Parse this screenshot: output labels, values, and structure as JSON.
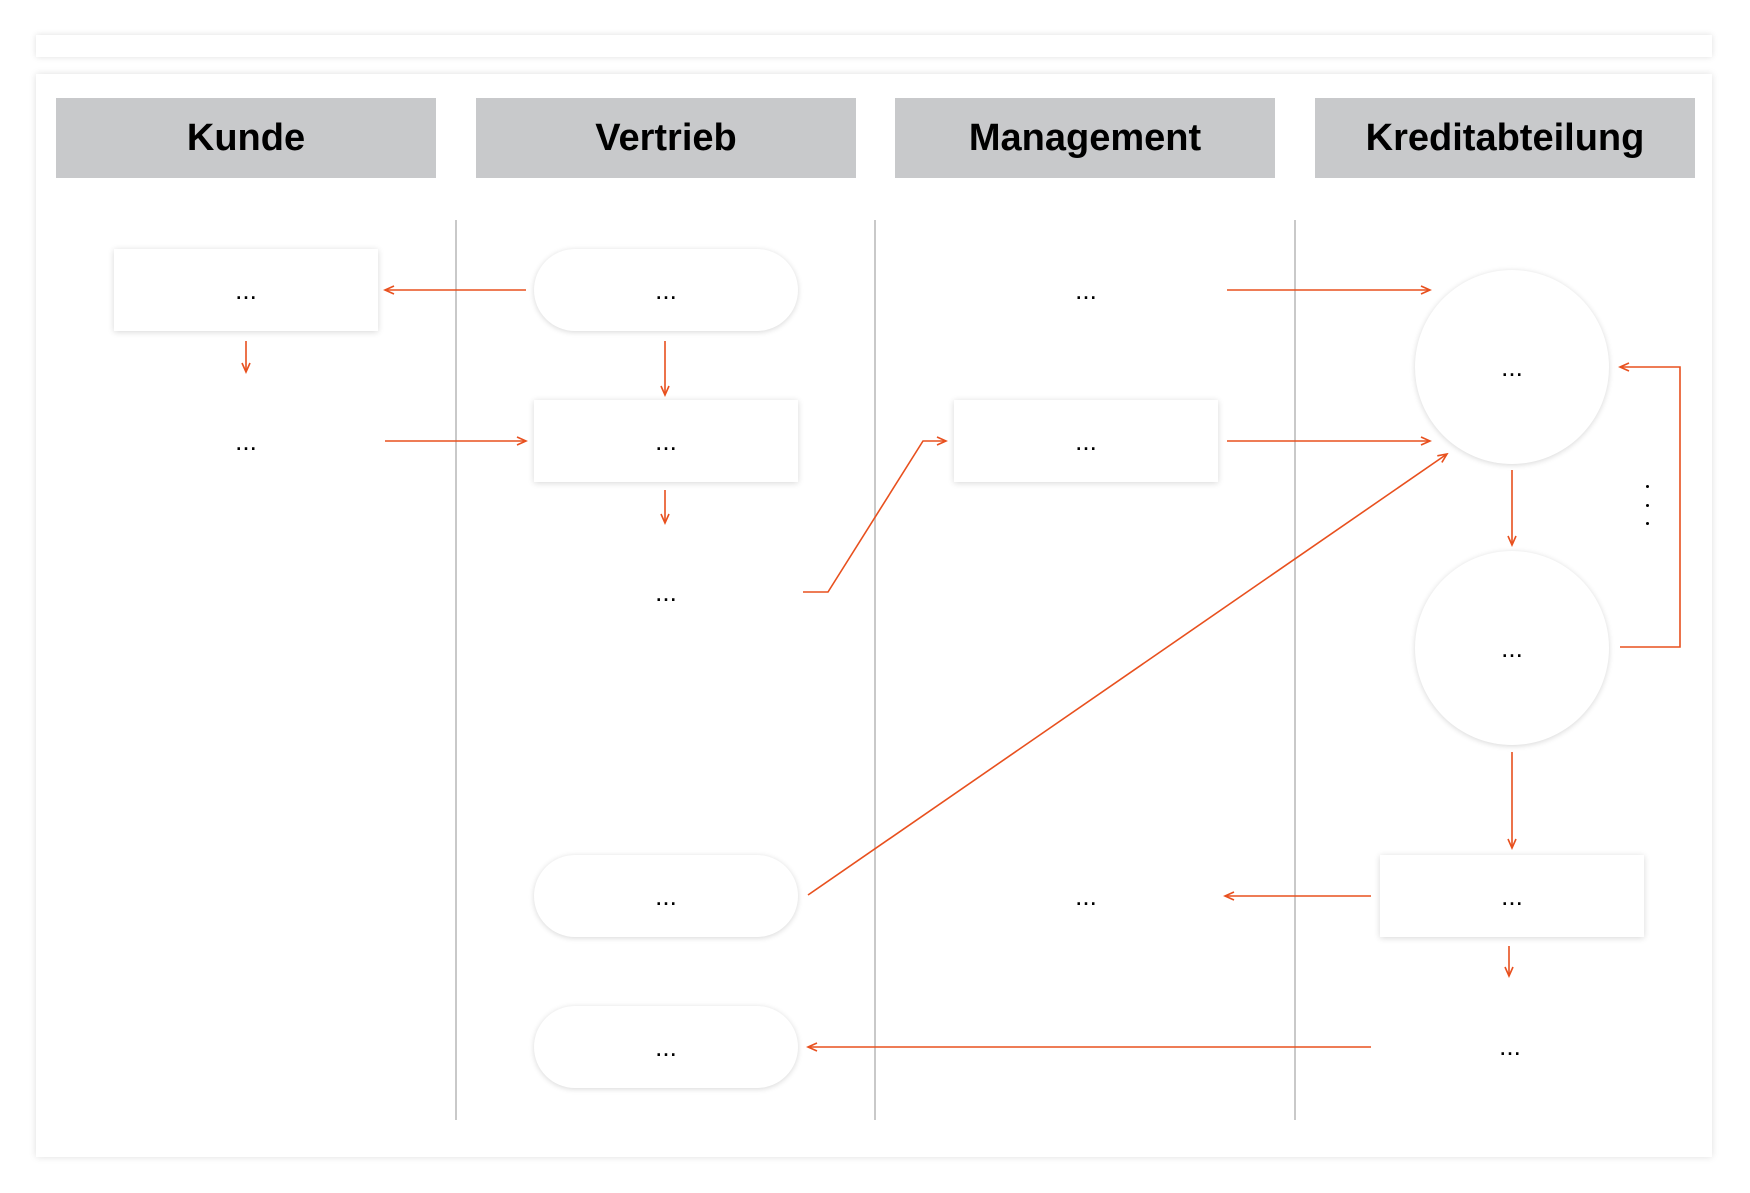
{
  "lanes": [
    "Kunde",
    "Vertrieb",
    "Management",
    "Kreditabteilung"
  ],
  "node_label": "...",
  "colors": {
    "header_bg": "#c8c9cb",
    "connector": "#e8501e",
    "divider": "#c9c9c9"
  }
}
